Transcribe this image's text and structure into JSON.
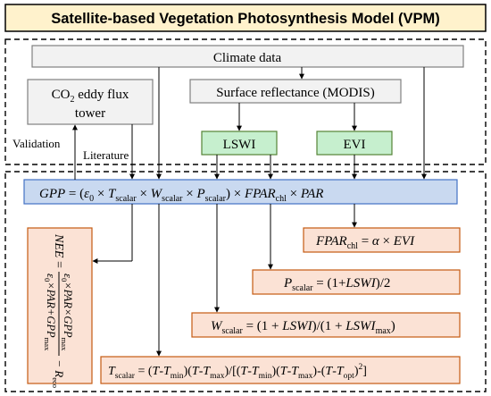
{
  "title": "Satellite-based Vegetation Photosynthesis Model (VPM)",
  "boxes": {
    "climate": "Climate data",
    "flux_line1": "CO",
    "flux_sub": "2",
    "flux_line1_rest": " eddy flux",
    "flux_line2": "tower",
    "surface": "Surface reflectance (MODIS)",
    "lswi": "LSWI",
    "evi": "EVI"
  },
  "labels": {
    "validation": "Validation",
    "literature": "Literature"
  },
  "equations": {
    "gpp": {
      "lhs": "GPP",
      "eq": " = (",
      "eps": "ε",
      "eps_sub": "0",
      "times1": " × ",
      "t": "T",
      "t_sub": "scalar",
      "times2": " × ",
      "w": "W",
      "w_sub": "scalar",
      "times3": " × ",
      "p": "P",
      "p_sub": "scalar",
      "close": ") × ",
      "fpar": "FPAR",
      "fpar_sub": "chl",
      "times4": " × ",
      "par": "PAR"
    },
    "fpar": {
      "fpar": "FPAR",
      "sub": "chl",
      "eq": " = ",
      "alpha": "α",
      "times": " × ",
      "evi": "EVI"
    },
    "pscalar": {
      "p": "P",
      "sub": "scalar",
      "eq": " = (1+",
      "lswi": "LSWI",
      "rest": ")/2"
    },
    "wscalar": {
      "w": "W",
      "sub": "scalar",
      "eq": " = (1 + ",
      "lswi": "LSWI",
      "mid": ")/(1 + ",
      "lswi2": "LSWI",
      "sub2": "max",
      "rest": ")"
    },
    "tscalar": {
      "t": "T",
      "sub": "scalar",
      "eq": " = (",
      "tv1": "T",
      "m1": "-",
      "tv2": "T",
      "s1": "min",
      "p1": ")(",
      "tv3": "T",
      "m2": "-",
      "tv4": "T",
      "s2": "max",
      "p2": ")/[(",
      "tv5": "T",
      "m3": "-",
      "tv6": "T",
      "s3": "min",
      "p3": ")(",
      "tv7": "T",
      "m4": "-",
      "tv8": "T",
      "s4": "max",
      "p4": ")-(",
      "tv9": "T",
      "m5": "-",
      "tv10": "T",
      "s5": "opt",
      "p5": ")",
      "sup": "2",
      "end": "]"
    },
    "nee": {
      "lhs": "NEE",
      "eq": " = ",
      "num_a": "ε",
      "num_a_sub": "0",
      "num_b": "×PAR×GPP",
      "num_b_sub": "max",
      "den_a": "ε",
      "den_a_sub": "0",
      "den_b": "×PAR+GPP",
      "den_b_sub": "max",
      "minus": " − R",
      "r_sub": "eco"
    }
  },
  "colors": {
    "gpp_fill": "#c9d9f0",
    "gpp_stroke": "#4472c4",
    "eq_fill": "#fbe2d5",
    "eq_stroke": "#c55a11",
    "green_fill": "#c6efce",
    "green_stroke": "#548235",
    "grey_fill": "#f2f2f2",
    "grey_stroke": "#808080",
    "title_fill": "#fff2cc",
    "title_stroke": "#000000"
  }
}
